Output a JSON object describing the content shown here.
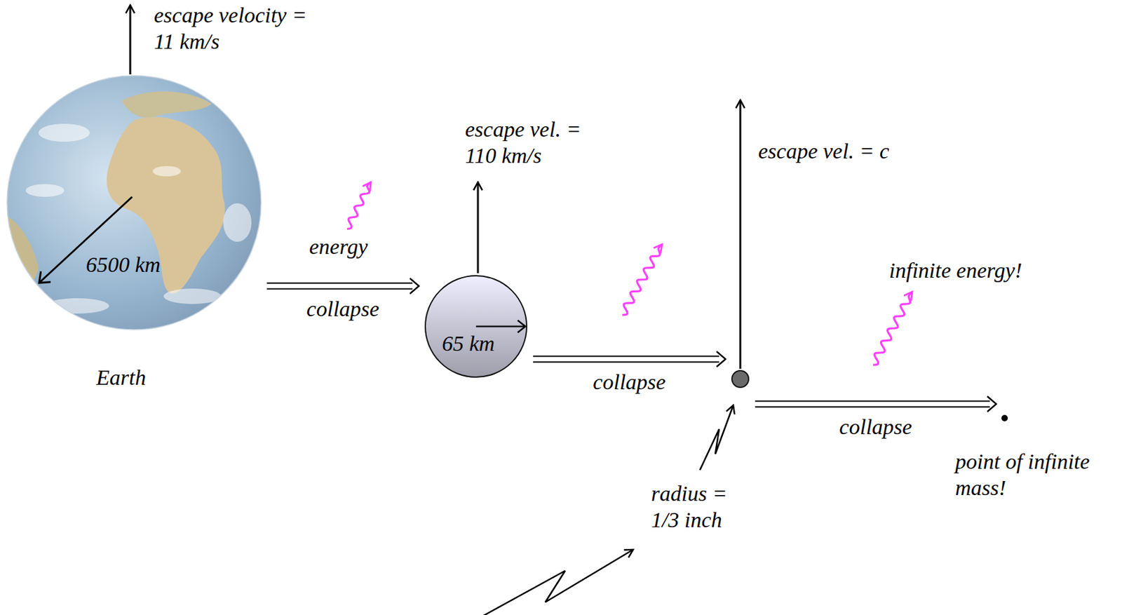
{
  "diagram": {
    "nodes": [
      {
        "text": [
          "6500 km",
          "Earth"
        ]
      },
      {
        "text": [
          "65 km"
        ]
      },
      {
        "text": [
          "radius = 1/3 inch"
        ]
      },
      {
        "text": [
          "point of infinite mass!"
        ]
      }
    ],
    "edges": [
      {
        "from": 0,
        "to": 1,
        "arrow": "to",
        "label": "collapse"
      },
      {
        "from": 1,
        "to": 2,
        "arrow": "to",
        "label": "collapse"
      },
      {
        "from": 2,
        "to": 3,
        "arrow": "to",
        "label": "collapse"
      }
    ],
    "labels": [
      "escape velocity = 11 km/s",
      "energy",
      "escape vel. = 110 km/s",
      "escape vel. = c",
      "infinite energy!"
    ]
  }
}
